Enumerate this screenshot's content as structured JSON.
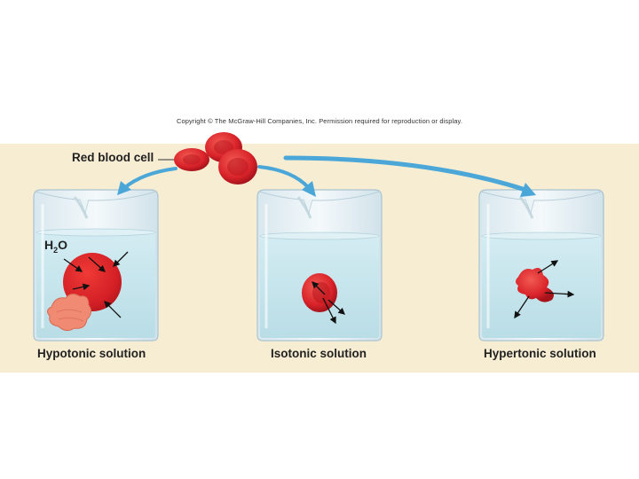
{
  "copyright": "Copyright © The McGraw-Hill Companies, Inc. Permission required for reproduction or display.",
  "labels": {
    "red_blood_cell": "Red blood cell",
    "water_main": "H",
    "water_sub": "2",
    "water_end": "O",
    "hypotonic": "Hypotonic solution",
    "isotonic": "Isotonic solution",
    "hypertonic": "Hypertonic solution"
  },
  "colors": {
    "background_panel": "#f7edd3",
    "cell_red": "#d9232a",
    "water_blue": "#c4e4ec",
    "arrow_blue": "#4aa7d8",
    "crenated_cell": "#f08a72"
  }
}
